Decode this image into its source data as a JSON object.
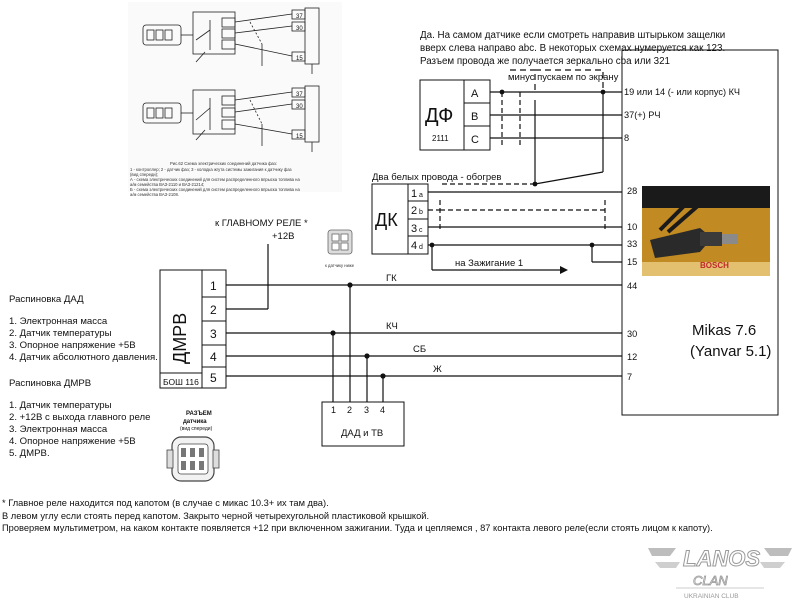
{
  "top_note": [
    "Да. На самом датчике если смотреть направив штырьком защелки",
    "вверх слева направо abc. В некоторых схемах нумеруется как 123.",
    "Разъем провода же получается зеркально cba или 321"
  ],
  "df": {
    "name": "ДФ",
    "code": "2111",
    "pins": [
      "A",
      "B",
      "C"
    ]
  },
  "dk": {
    "name": "ДК",
    "pins": [
      "1",
      "2",
      "3",
      "4"
    ],
    "pin_suffix": [
      "a",
      "b",
      "c",
      "d"
    ]
  },
  "dmrv": {
    "name": "ДМРВ",
    "code": "БОШ 116",
    "pins": [
      "1",
      "2",
      "3",
      "4",
      "5"
    ]
  },
  "dad": {
    "name": "ДАД и ТВ",
    "pins": [
      "1",
      "2",
      "3",
      "4"
    ]
  },
  "ecu": {
    "line1": "Mikas 7.6",
    "line2": "(Yanvar 5.1)"
  },
  "labels": {
    "minus_screen": "минус пускаем по экрану",
    "pin19": "19 или 14 (- или корпус) КЧ",
    "pin37": "37(+) РЧ",
    "pin8": "8",
    "heater": "Два белых провода - обогрев",
    "pin28": "28",
    "pin10": "10",
    "pin33": "33",
    "pin15": "15",
    "ignition": "на Зажигание 1",
    "main_relay": "к ГЛАВНОМУ РЕЛЕ *",
    "plus12": "+12В",
    "pin44": "44",
    "gk": "ГК",
    "kch": "КЧ",
    "pin30": "30",
    "sb": "СБ",
    "pin12": "12",
    "zh": "Ж",
    "pin7": "7"
  },
  "pinout_dad": {
    "title": "Распиновка ДАД",
    "items": [
      "1. Электронная масса",
      "2. Датчик температуры",
      "3. Опорное напряжение +5В",
      "4. Датчик абсолютного давления."
    ]
  },
  "pinout_dmrv": {
    "title": "Распиновка ДМРВ",
    "items": [
      "1. Датчик температуры",
      "2. +12В с выхода главного реле",
      "3. Электронная масса",
      "4. Опорное напряжение +5В",
      "5. ДМРВ."
    ]
  },
  "connector_caption": [
    "РАЗЪЕМ",
    "датчика",
    "(вид спереди)"
  ],
  "footnote": [
    "* Главное реле находится под капотом (в случае с микас 10.3+ их там два).",
    "   В левом углу если стоять перед капотом. Закрыто черной четырехугольной пластиковой крышкой.",
    "   Проверяем мультиметром, на каком контакте появляется +12 при включенном зажигании. Туда и цепляемся , 87 контакта левого реле(если стоять лицом к капоту)."
  ],
  "logo": {
    "line1": "LANOS",
    "line2": "CLAN",
    "line3": "UKRAINIAN CLUB"
  },
  "scan": {
    "pins": [
      "37",
      "30",
      "15"
    ],
    "legend": "Рис.62 Схема электрических соединений датчика фаз:",
    "legend_lines": [
      "1 - контроллер; 2 - датчик фаз; 3 - колодка жгута системы зажигания к датчику фаз",
      "(вид спереди);",
      "А - схема электрических соединений для систем распределенного впрыска топлива на",
      "а/м семейства ВАЗ-2110 и ВАЗ-21214;",
      "Б - схема электрических соединений для систем распределенного впрыска топлива на",
      "а/м семейства ВАЗ-2108."
    ],
    "small_caption": "к датчику ниже"
  },
  "bosch_label": "BOSCH"
}
